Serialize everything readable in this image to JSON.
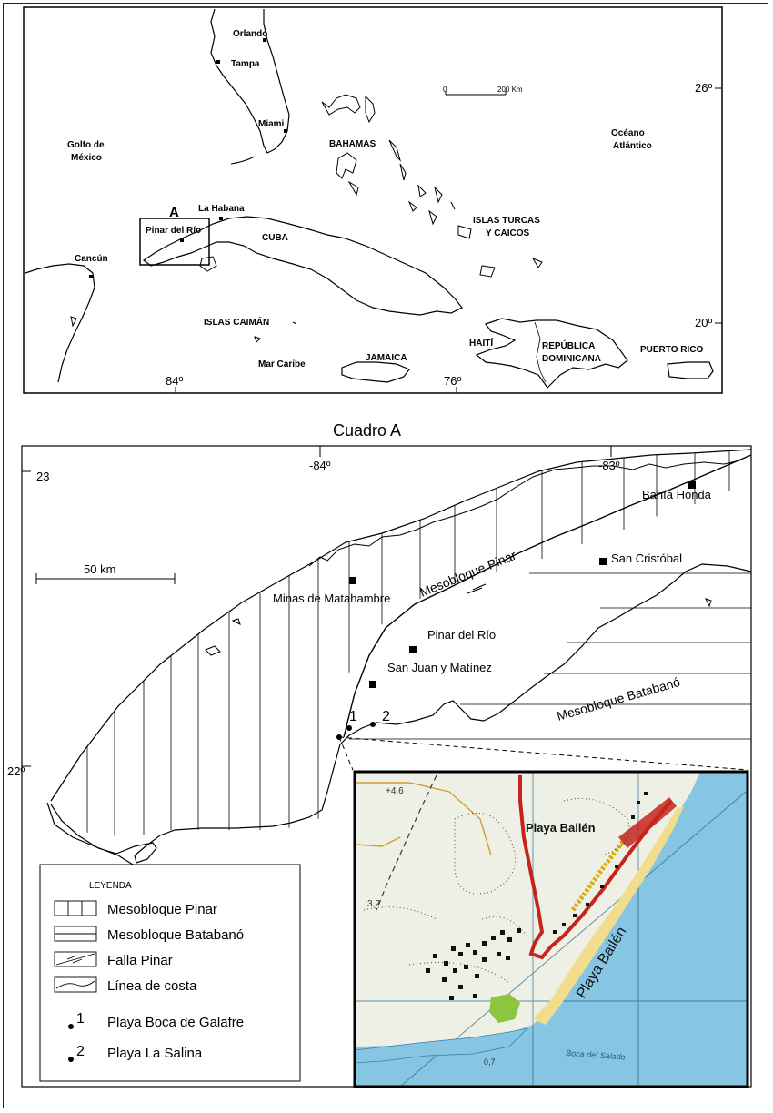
{
  "overview_map": {
    "places": {
      "orlando": "Orlando",
      "tampa": "Tampa",
      "miami": "Miami",
      "bahamas": "BAHAMAS",
      "golfo": [
        "Golfo de",
        "México"
      ],
      "oceano": [
        "Océano",
        "Atlántico"
      ],
      "la_habana": "La Habana",
      "pinar": "Pinar del Río",
      "cuba": "CUBA",
      "cancun": "Cancún",
      "turcas": [
        "ISLAS  TURCAS",
        "Y CAICOS"
      ],
      "caiman": "ISLAS CAIMÁN",
      "mar_caribe": "Mar Caribe",
      "jamaica": "JAMAICA",
      "haiti": "HAITÍ",
      "rep_dom": [
        "REPÚBLICA",
        "DOMINICANA"
      ],
      "puerto_rico": "PUERTO RICO"
    },
    "box_label": "A",
    "scale": {
      "start": "0",
      "end": "200 Km"
    },
    "coords": {
      "lat26": "26º",
      "lat20": "20º",
      "lon84": "84º",
      "lon76": "76º"
    }
  },
  "cuadro_title": "Cuadro   A",
  "detail_map": {
    "coords": {
      "lon84": "-84º",
      "lon83": "-83º",
      "lat23": "23",
      "lat22": "22º"
    },
    "scale": "50 km",
    "places": {
      "bahia_honda": "Bahía Honda",
      "san_cristobal": "San Cristóbal",
      "minas": "Minas de Matahambre",
      "pinar": "Pinar del Río",
      "san_juan": "San Juan y Matínez",
      "meso_pinar": "Mesobloque Pinar",
      "meso_batabano": "Mesobloque Batabanó"
    },
    "point_labels": [
      "1",
      "2"
    ]
  },
  "legend": {
    "title": "LEYENDA",
    "items": [
      "Mesobloque Pinar",
      "Mesobloque Batabanó",
      "Falla Pinar",
      "Línea de costa",
      "Playa Boca de Galafre",
      "Playa La Salina"
    ],
    "marks": [
      "1",
      "2"
    ]
  },
  "inset": {
    "title": "Playa Bailén",
    "beach_label": "Playa Bailén",
    "elev1": "+4,6",
    "elev2": "3,2",
    "elev3": "0,7",
    "river": "Boca del Salado",
    "colors": {
      "sea": "#86c6e3",
      "land": "#eef0e6",
      "road": "#c4241c",
      "sand": "#f2dd8e",
      "green": "#8cc63f"
    }
  }
}
